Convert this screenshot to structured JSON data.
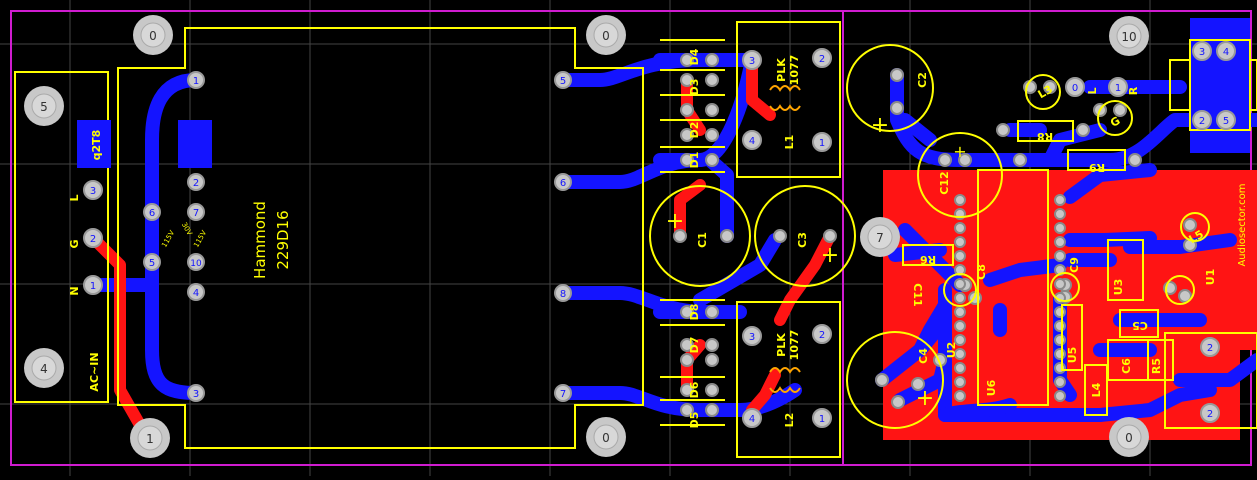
{
  "colors": {
    "background": "#000000",
    "grid": "#666666",
    "board_outline": "#d01cd0",
    "silkscreen": "#ffff00",
    "trace_bottom": "#1414ff",
    "trace_top": "#ff1414",
    "copper_pour": "#ff1414",
    "pad": "#c8c8c8",
    "pad_ring": "#9a9a9a",
    "pad_text": "#1414ff",
    "mount_text": "#333333"
  },
  "mounting_holes": [
    {
      "id": "mh-tl",
      "label": "0"
    },
    {
      "id": "mh-tc",
      "label": "0"
    },
    {
      "id": "mh-l5",
      "label": "5"
    },
    {
      "id": "mh-l4",
      "label": "4"
    },
    {
      "id": "mh-bl",
      "label": "1"
    },
    {
      "id": "mh-bc",
      "label": "0"
    },
    {
      "id": "mh-c7",
      "label": "7"
    },
    {
      "id": "mh-tr",
      "label": "10"
    },
    {
      "id": "mh-br",
      "label": "0"
    }
  ],
  "ac_connector": {
    "fuse": "q2T8",
    "pin_L": "L",
    "pin_G": "G",
    "pin_N": "N",
    "label": "AC~IN",
    "pins": [
      "3",
      "2",
      "1"
    ]
  },
  "transformer": {
    "brand": "Hammond",
    "model": "229D16",
    "tap1": "115V",
    "tap2": "30V",
    "tap3": "115V",
    "left_pins": [
      "1",
      "2",
      "6",
      "5",
      "3"
    ],
    "right_pins": [
      "7",
      "10",
      "4"
    ],
    "secondary_pins": [
      "5",
      "6",
      "8",
      "7"
    ]
  },
  "diodes": [
    "D4",
    "D3",
    "D2",
    "D1",
    "D8",
    "D7",
    "D6",
    "D5"
  ],
  "inductors": [
    {
      "ref": "L1",
      "part": "PLK\n1077",
      "line1": "PLK",
      "line2": "1077"
    },
    {
      "ref": "L2",
      "part": "PLK 1077",
      "line1": "PLK",
      "line2": "1077"
    }
  ],
  "inductor_pins": [
    "3",
    "2",
    "4",
    "1"
  ],
  "capacitors_large": [
    "C1",
    "C3",
    "C2",
    "C4"
  ],
  "polarity": "+",
  "small_parts": {
    "C12": "C12",
    "R8": "R8",
    "R9": "R9",
    "R6": "R6",
    "C8": "C8",
    "C11": "C11",
    "C9": "C9",
    "C5": "C5",
    "C6": "C6",
    "R5": "R5",
    "L4": "L4",
    "U1": "U1",
    "U2": "U2",
    "U3": "U3",
    "U5": "U5",
    "U6": "U6",
    "L3": "L3",
    "L5": "L5",
    "G": "G",
    "R": "R",
    "L": "L"
  },
  "output_connector": {
    "pins": [
      "3",
      "4",
      "2",
      "5"
    ]
  },
  "lr_pins": [
    "0",
    "1"
  ],
  "out2_pins": [
    "2",
    "2"
  ],
  "watermark": "Audiosector.com"
}
